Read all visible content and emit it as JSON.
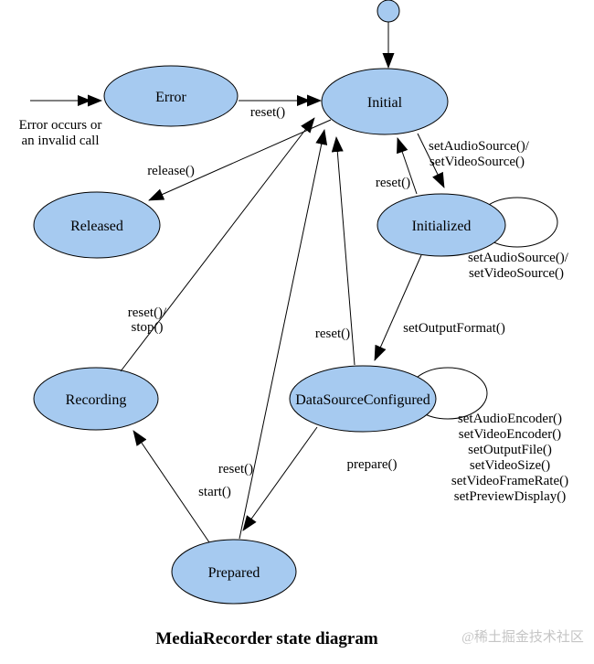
{
  "title": "MediaRecorder state diagram",
  "watermark": "@稀土掘金技术社区",
  "colors": {
    "state_fill": "#A6CAF0"
  },
  "states": {
    "initial": "Initial",
    "error": "Error",
    "released": "Released",
    "initialized": "Initialized",
    "recording": "Recording",
    "data_source_configured": "DataSourceConfigured",
    "prepared": "Prepared"
  },
  "annotations": {
    "error_trigger_line1": "Error occurs or",
    "error_trigger_line2": "an invalid call"
  },
  "transitions": {
    "error_to_initial": "reset()",
    "initial_to_released": "release()",
    "initialized_to_initial": "reset()",
    "initial_to_initialized_line1": "setAudioSource()/",
    "initial_to_initialized_line2": "setVideoSource()",
    "initialized_self_line1": "setAudioSource()/",
    "initialized_self_line2": "setVideoSource()",
    "initialized_to_dsc": "setOutputFormat()",
    "dsc_to_initial": "reset()",
    "dsc_self_line1": "setAudioEncoder()",
    "dsc_self_line2": "setVideoEncoder()",
    "dsc_self_line3": "setOutputFile()",
    "dsc_self_line4": "setVideoSize()",
    "dsc_self_line5": "setVideoFrameRate()",
    "dsc_self_line6": "setPreviewDisplay()",
    "dsc_to_prepared": "prepare()",
    "prepared_to_initial": "reset()",
    "prepared_to_recording": "start()",
    "recording_to_initial_line1": "reset()/",
    "recording_to_initial_line2": "stop()"
  }
}
